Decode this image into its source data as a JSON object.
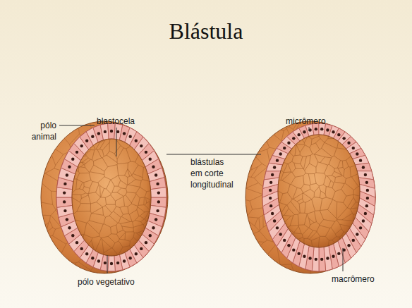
{
  "diagram": {
    "title": "Blástula",
    "labels": [
      "pólo animal",
      "blastocela",
      "blástulas em corte longitudinal",
      "pólo vegetativo",
      "micrômero",
      "macrômero"
    ]
  }
}
